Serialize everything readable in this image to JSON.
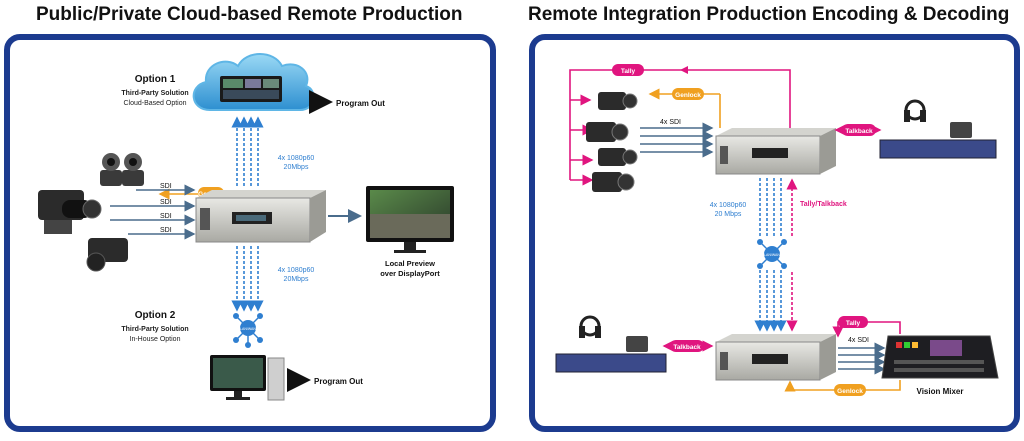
{
  "left": {
    "title": "Public/Private Cloud-based Remote Production",
    "option1": {
      "heading": "Option 1",
      "line1": "Third-Party Solution",
      "line2": "Cloud-Based Option"
    },
    "option2": {
      "heading": "Option 2",
      "line1": "Third-Party Solution",
      "line2": "In-House Option"
    },
    "program_out": "Program Out",
    "stream_top": {
      "line1": "4x 1080p60",
      "line2": "20Mbps"
    },
    "stream_bottom": {
      "line1": "4x 1080p60",
      "line2": "20Mbps"
    },
    "genlock": "Genlock",
    "sdi": [
      "SDI",
      "SDI",
      "SDI",
      "SDI"
    ],
    "preview": {
      "line1": "Local Preview",
      "line2": "over DisplayPort"
    },
    "lan_icon": "LAN/WAN"
  },
  "right": {
    "title": "Remote Integration Production Encoding & Decoding",
    "tally": "Tally",
    "genlock": "Genlock",
    "sdi": "4x SDI",
    "talkback": "Talkback",
    "stream": {
      "line1": "4x 1080p60",
      "line2": "20 Mbps"
    },
    "tally_talkback": "Tally/Talkback",
    "vision_mixer": "Vision Mixer",
    "lan_icon": "LAN/WAN"
  },
  "colors": {
    "border": "#1c3b8f",
    "arrow_blue": "#2f7fd0",
    "magenta": "#e0157f",
    "orange": "#f0a020",
    "gray_arrow": "#4a6c8c"
  }
}
